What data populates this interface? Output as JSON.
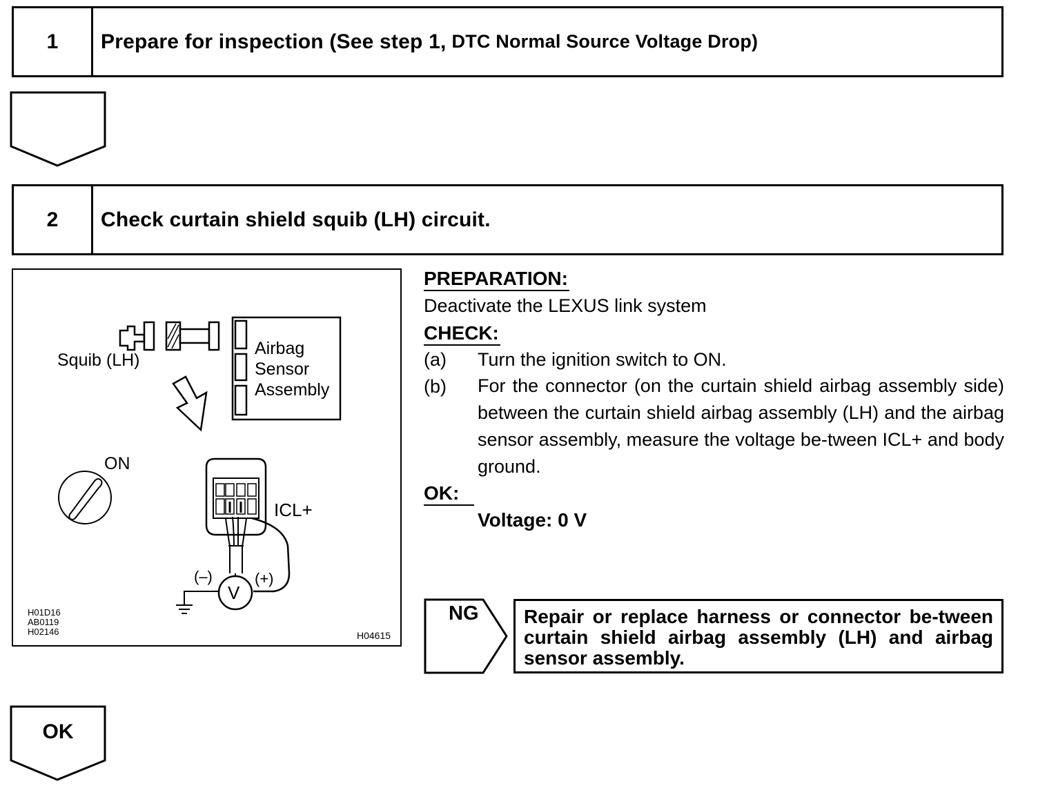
{
  "step1": {
    "number": "1",
    "title": "Prepare for inspection (See step 1,",
    "title_small": "DTC Normal Source Voltage Drop)"
  },
  "step2": {
    "number": "2",
    "title": "Check curtain shield squib (LH) circuit."
  },
  "figure": {
    "squib_label": "Squib (LH)",
    "airbag_line1": "Airbag",
    "airbag_line2": "Sensor",
    "airbag_line3": "Assembly",
    "on_label": "ON",
    "icl_label": "ICL+",
    "minus_label": "(–)",
    "plus_label": "(+)",
    "meter_symbol": "V",
    "codes": "H01D16\nAB0119\nH02146",
    "ref_code": "H04615"
  },
  "instructions": {
    "preparation_header": "PREPARATION:",
    "preparation_text": "Deactivate the LEXUS link system",
    "check_header": "CHECK:",
    "items": [
      {
        "letter": "(a)",
        "text": "Turn the ignition switch to ON."
      },
      {
        "letter": "(b)",
        "text": "For the connector (on the curtain shield airbag assembly side) between the curtain shield airbag assembly (LH) and the airbag sensor assembly, measure the voltage be-tween ICL+ and body ground."
      }
    ],
    "ok_header": "OK:",
    "ok_spec": "Voltage: 0 V"
  },
  "ng": {
    "label": "NG",
    "text": "Repair or replace harness or connector be-tween curtain shield airbag assembly (LH) and airbag sensor assembly."
  },
  "ok_arrow_label": "OK"
}
